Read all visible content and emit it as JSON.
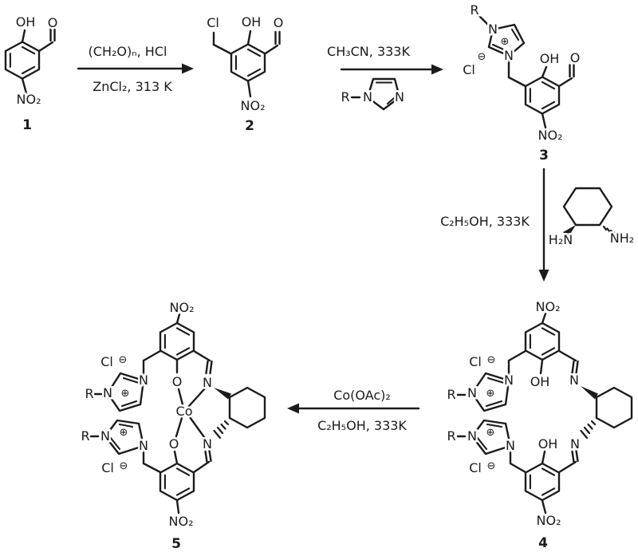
{
  "colors": {
    "background": "#ffffff",
    "ink": "#1b1b1b"
  },
  "compound1": {
    "oh": "OH",
    "o": "O",
    "no2": "NO₂",
    "number": "1"
  },
  "step1": {
    "above": "(CH₂O)ₙ, HCl",
    "below": "ZnCl₂, 313 K"
  },
  "compound2": {
    "cl": "Cl",
    "oh": "OH",
    "o": "O",
    "no2": "NO₂",
    "number": "2"
  },
  "step2": {
    "above": "CH₃CN, 333K",
    "imidazole": {
      "r": "R",
      "n1": "N",
      "n3": "N"
    }
  },
  "compound3": {
    "r": "R",
    "n1": "N",
    "n3": "N",
    "plus": "⊕",
    "minus": "⊖",
    "cl": "Cl",
    "oh": "OH",
    "o": "O",
    "no2": "NO₂",
    "number": "3"
  },
  "step3": {
    "conditions": "C₂H₅OH, 333K",
    "diamine": {
      "h2n": "H₂N",
      "nh2": "NH₂"
    }
  },
  "compound4": {
    "no2_top": "NO₂",
    "cl_top": "Cl",
    "minus_top": "⊖",
    "r_top": "R",
    "plus_top": "⊕",
    "n_imid_top_left": "N",
    "n_imid_top_right": "N",
    "oh_top": "OH",
    "n_imine_top": "N",
    "oh_bottom": "OH",
    "n_imine_bottom": "N",
    "r_bottom": "R",
    "plus_bottom": "⊕",
    "n_imid_bottom_left": "N",
    "n_imid_bottom_right": "N",
    "cl_bottom": "Cl",
    "minus_bottom": "⊖",
    "no2_bottom": "NO₂",
    "number": "4"
  },
  "step4": {
    "above": "Co(OAc)₂",
    "below": "C₂H₅OH, 333K"
  },
  "compound5": {
    "no2_top": "NO₂",
    "cl_top": "Cl",
    "minus_top": "⊖",
    "r_top": "R",
    "plus_top": "⊕",
    "n_imid_top_left": "N",
    "n_imid_top_right": "N",
    "o_top": "O",
    "co": "Co",
    "n_imine_top": "N",
    "o_bottom": "O",
    "n_imine_bottom": "N",
    "r_bottom": "R",
    "plus_bottom": "⊕",
    "n_imid_bottom_left": "N",
    "n_imid_bottom_right": "N",
    "cl_bottom": "Cl",
    "minus_bottom": "⊖",
    "no2_bottom": "NO₂",
    "number": "5"
  }
}
